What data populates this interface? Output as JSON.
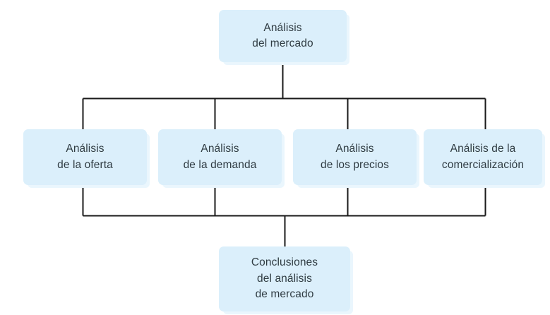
{
  "diagram": {
    "title_text": "Análisis del mercado",
    "background_color": "#ffffff",
    "node_fill_color": "#dbeffb",
    "node_shadow_color": "#eaf6fd",
    "node_text_color": "#2f3b42",
    "connector_color": "#1a1a1a",
    "nodes": {
      "root": {
        "label": "Análisis\ndel mercado",
        "line1": "Análisis",
        "line2": "del mercado"
      },
      "oferta": {
        "label": "Análisis\nde la oferta",
        "line1": "Análisis",
        "line2": "de la oferta"
      },
      "demanda": {
        "label": "Análisis\nde la demanda",
        "line1": "Análisis",
        "line2": "de la demanda"
      },
      "precios": {
        "label": "Análisis\nde los precios",
        "line1": "Análisis",
        "line2": "de los precios"
      },
      "comercializacion": {
        "label": "Análisis de la\ncomercialización",
        "line1": "Análisis de la",
        "line2": "comercialización"
      },
      "conclusiones": {
        "label": "Conclusiones\ndel análisis\nde mercado",
        "line1": "Conclusiones",
        "line2": "del análisis",
        "line3": "de mercado"
      }
    }
  }
}
